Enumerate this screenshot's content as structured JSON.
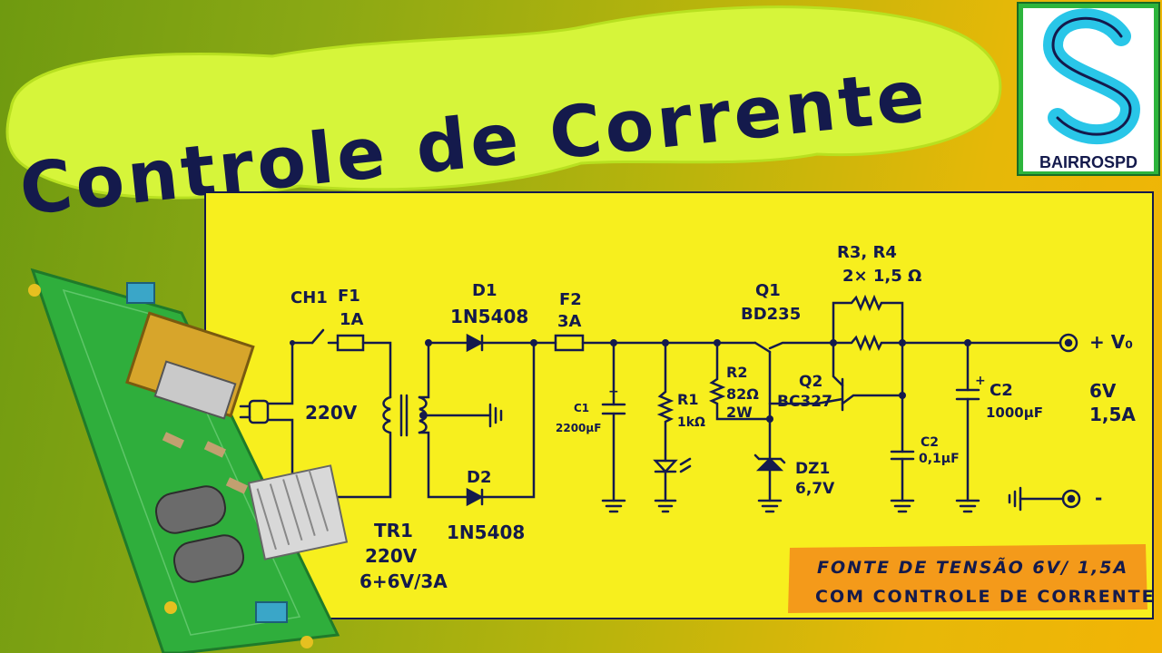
{
  "title": "Controle de Corrente",
  "logo": {
    "text": "BAIRROSPD",
    "letter": "S"
  },
  "caption": {
    "line1": "FONTE DE TENSÃO  6V/ 1,5A",
    "line2": "COM  CONTROLE  DE  CORRENTE"
  },
  "labels": {
    "ch1": "CH1",
    "f1": "F1",
    "f1_value": "1A",
    "mains": "220V",
    "d1": "D1",
    "d1_part": "1N5408",
    "d2": "D2",
    "d2_part": "1N5408",
    "f2": "F2",
    "f2_value": "3A",
    "c1": "C1",
    "c1_value": "2200µF",
    "r1": "R1",
    "r1_value": "1kΩ",
    "r2": "R2",
    "r2_value": "82Ω",
    "r2_power": "2W",
    "q1": "Q1",
    "q1_part": "BD235",
    "q2": "Q2",
    "q2_part": "BC327",
    "r3r4": "R3, R4",
    "r3r4_value": "2× 1,5 Ω",
    "dz1": "DZ1",
    "dz1_value": "6,7V",
    "c2a": "C2",
    "c2a_value": "0,1µF",
    "c2b": "C2",
    "c2b_value": "1000µF",
    "vout": "+ V₀",
    "vminus": "-",
    "spec_v": "6V",
    "spec_a": "1,5A",
    "tr1": "TR1",
    "tr1_in": "220V",
    "tr1_out": "6+6V/3A"
  },
  "colors": {
    "panel": "#f7ef1e",
    "ink": "#141a4c",
    "title_bg": "#d6f53a",
    "caption_bg": "#f49a1a",
    "logo_s": "#29c6e8",
    "pcb": "#2fae3c"
  }
}
